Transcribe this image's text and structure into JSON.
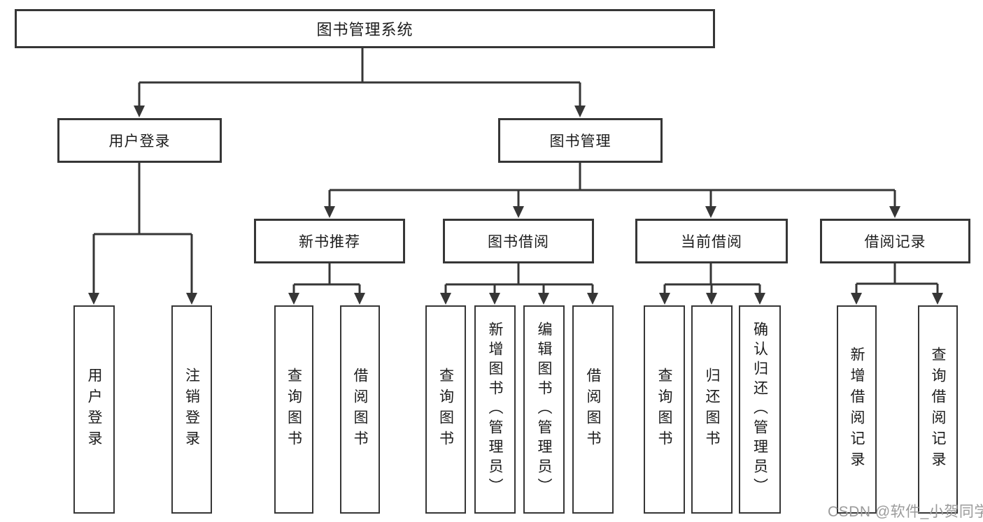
{
  "diagram": {
    "root": {
      "label": "图书管理系统"
    },
    "branches": [
      {
        "label": "用户登录",
        "children": [
          {
            "label": "用户登录"
          },
          {
            "label": "注销登录"
          }
        ]
      },
      {
        "label": "图书管理",
        "children": [
          {
            "label": "新书推荐",
            "children": [
              {
                "label": "查询图书"
              },
              {
                "label": "借阅图书"
              }
            ]
          },
          {
            "label": "图书借阅",
            "children": [
              {
                "label": "查询图书"
              },
              {
                "label": "新增图书（管理员）"
              },
              {
                "label": "编辑图书（管理员）"
              },
              {
                "label": "借阅图书"
              }
            ]
          },
          {
            "label": "当前借阅",
            "children": [
              {
                "label": "查询图书"
              },
              {
                "label": "归还图书"
              },
              {
                "label": "确认归还（管理员）"
              }
            ]
          },
          {
            "label": "借阅记录",
            "children": [
              {
                "label": "新增借阅记录"
              },
              {
                "label": "查询借阅记录"
              }
            ]
          }
        ]
      }
    ]
  },
  "watermark": {
    "text": "CSDN @软件_小贺同学"
  },
  "colors": {
    "line": "#363636",
    "text": "#1c1c1c",
    "watermark": "#9b9b9b",
    "background": "#ffffff"
  }
}
